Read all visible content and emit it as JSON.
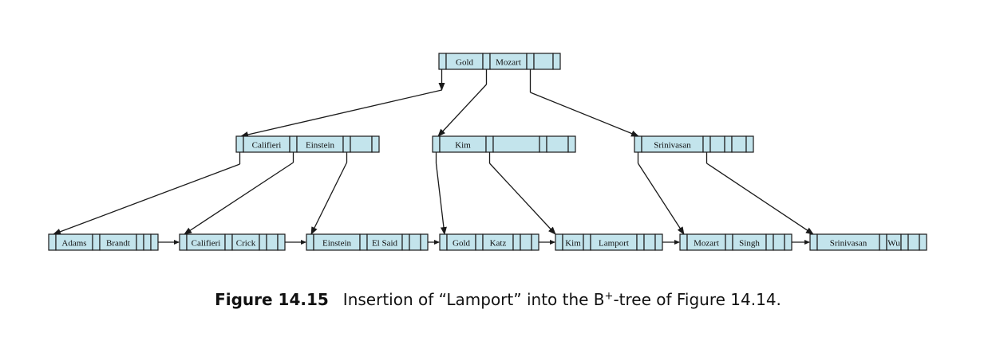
{
  "tree": {
    "root": {
      "keys": [
        "Gold",
        "Mozart"
      ]
    },
    "internal": [
      {
        "keys": [
          "Califieri",
          "Einstein"
        ]
      },
      {
        "keys": [
          "Kim"
        ]
      },
      {
        "keys": [
          "Srinivasan"
        ]
      }
    ],
    "leaves": [
      {
        "keys": [
          "Adams",
          "Brandt"
        ]
      },
      {
        "keys": [
          "Califieri",
          "Crick"
        ]
      },
      {
        "keys": [
          "Einstein",
          "El Said"
        ]
      },
      {
        "keys": [
          "Gold",
          "Katz"
        ]
      },
      {
        "keys": [
          "Kim",
          "Lamport"
        ]
      },
      {
        "keys": [
          "Mozart",
          "Singh"
        ]
      },
      {
        "keys": [
          "Srinivasan",
          "Wu"
        ]
      }
    ]
  },
  "caption": {
    "label": "Figure 14.15",
    "text_before": "Insertion of “Lamport” into the B",
    "superscript": "+",
    "text_after": "-tree of Figure 14.14."
  },
  "colors": {
    "node_fill": "#c3e4ec",
    "stroke": "#1a1a1a"
  }
}
